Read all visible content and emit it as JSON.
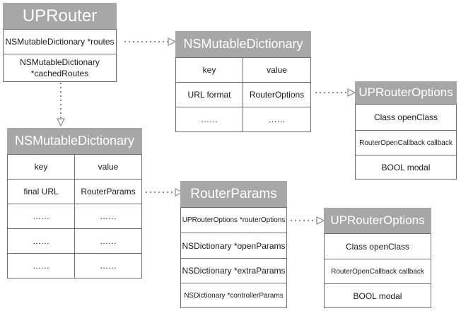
{
  "uprouter": {
    "title": "UPRouter",
    "routes": "NSMutableDictionary *routes",
    "cached_routes": "NSMutableDictionary *cachedRoutes"
  },
  "routes_dict": {
    "title": "NSMutableDictionary",
    "header": [
      "key",
      "value"
    ],
    "rows": [
      [
        "URL format",
        "RouterOptions"
      ],
      [
        "……",
        "……"
      ]
    ]
  },
  "cached_dict": {
    "title": "NSMutableDictionary",
    "header": [
      "key",
      "value"
    ],
    "rows": [
      [
        "final URL",
        "RouterParams"
      ],
      [
        "……",
        "……"
      ],
      [
        "……",
        "……"
      ],
      [
        "……",
        "……"
      ]
    ]
  },
  "options_top": {
    "title": "UPRouterOptions",
    "fields": [
      "Class openClass",
      "RouterOpenCallback callback",
      "BOOL modal"
    ]
  },
  "router_params": {
    "title": "RouterParams",
    "fields": [
      "UPRouterOptions *routerOptions",
      "NSDictionary *openParams",
      "NSDictionary *extraParams",
      "NSDictionary *controllerParams"
    ]
  },
  "options_bottom": {
    "title": "UPRouterOptions",
    "fields": [
      "Class openClass",
      "RouterOpenCallback callback",
      "BOOL modal"
    ]
  },
  "colors": {
    "header_bg": "#a7a7a7",
    "border": "#6e6e6e",
    "connector": "#8a8a8a"
  }
}
